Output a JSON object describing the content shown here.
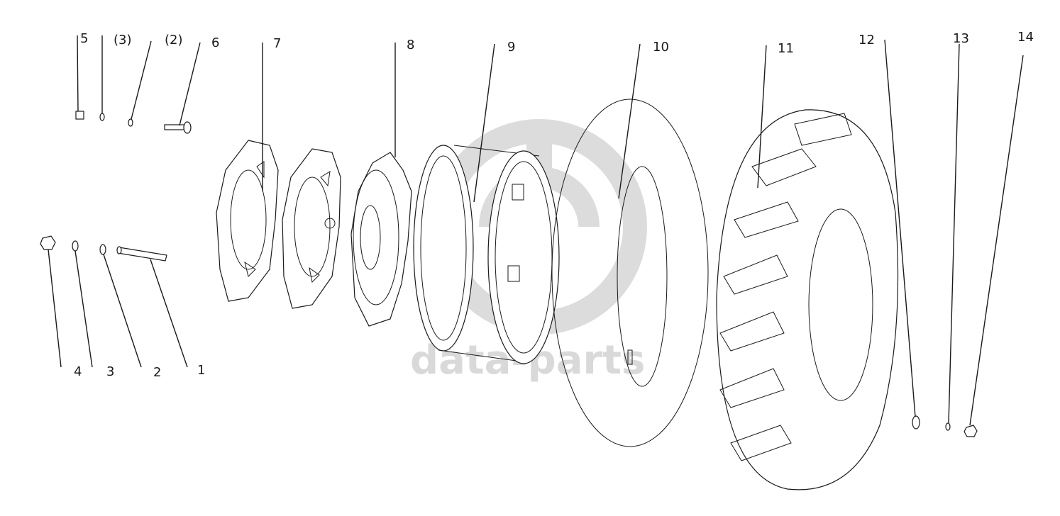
{
  "watermark": {
    "text": "data-parts",
    "color": "#d4d4d4"
  },
  "callouts": {
    "c1": "1",
    "c2": "2",
    "c3": "3",
    "c4": "4",
    "c5": "5",
    "c2b": "(2)",
    "c3b": "(3)",
    "c6": "6",
    "c7": "7",
    "c8": "8",
    "c9": "9",
    "c10": "10",
    "c11": "11",
    "c12": "12",
    "c13": "13",
    "c14": "14"
  }
}
